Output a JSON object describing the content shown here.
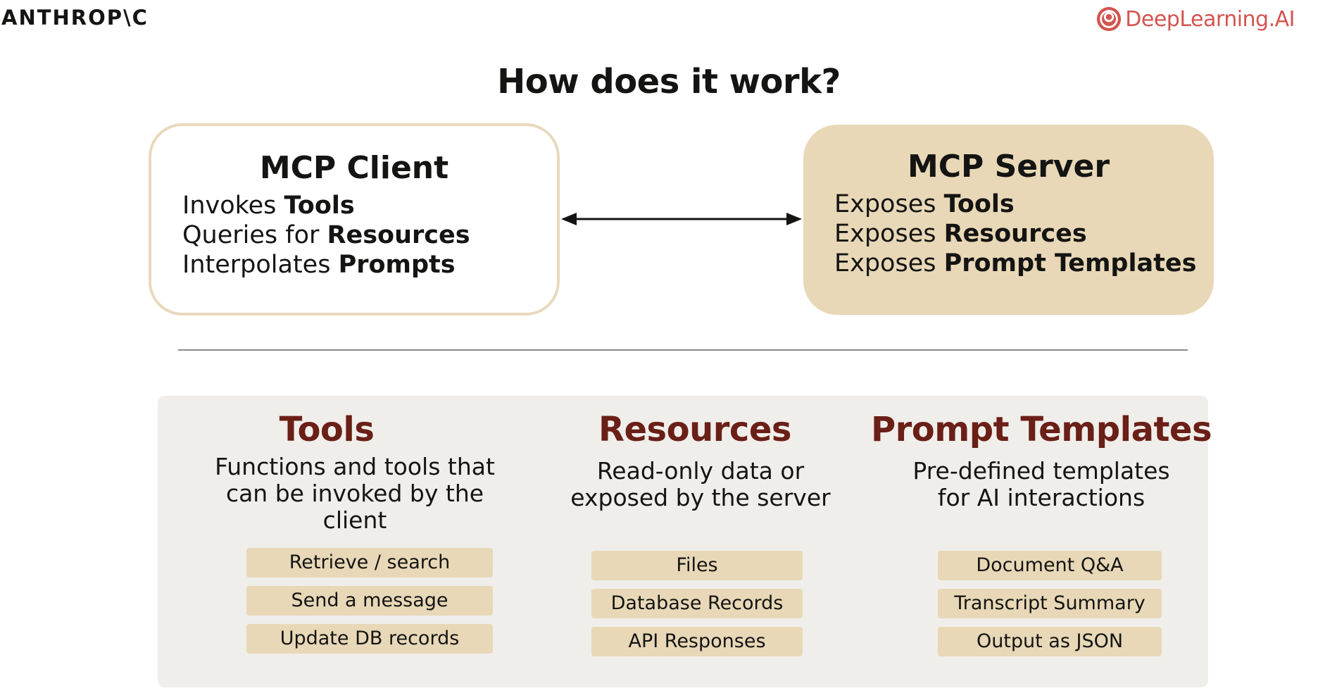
{
  "header": {
    "left_logo": "ANTHROP\\C",
    "right_logo": "DeepLearning.AI",
    "right_logo_color": "#d35450"
  },
  "title": "How does it work?",
  "client": {
    "title": "MCP Client",
    "lines": [
      {
        "plain": "Invokes ",
        "bold": "Tools"
      },
      {
        "plain": "Queries for ",
        "bold": "Resources"
      },
      {
        "plain": "Interpolates ",
        "bold": "Prompts"
      }
    ],
    "border_color": "#e8d9bd"
  },
  "server": {
    "title": "MCP Server",
    "lines": [
      {
        "plain": "Exposes ",
        "bold": "Tools"
      },
      {
        "plain": "Exposes ",
        "bold": "Resources"
      },
      {
        "plain": "Exposes ",
        "bold": "Prompt Templates"
      }
    ],
    "fill_color": "#e8d8b7"
  },
  "columns": [
    {
      "title": "Tools",
      "description": [
        "Functions and tools that",
        "can be invoked by the",
        "client"
      ],
      "items": [
        "Retrieve / search",
        "Send a message",
        "Update DB records"
      ]
    },
    {
      "title": "Resources",
      "description": [
        "Read-only data or",
        "exposed by the server"
      ],
      "items": [
        "Files",
        "Database Records",
        "API Responses"
      ]
    },
    {
      "title": "Prompt Templates",
      "description": [
        "Pre-defined templates",
        "for AI interactions"
      ],
      "items": [
        "Document Q&A",
        "Transcript Summary",
        "Output as JSON"
      ]
    }
  ],
  "colors": {
    "column_title": "#6a1f17",
    "pill": "#e8d8b7",
    "panel": "#f0eeea"
  }
}
